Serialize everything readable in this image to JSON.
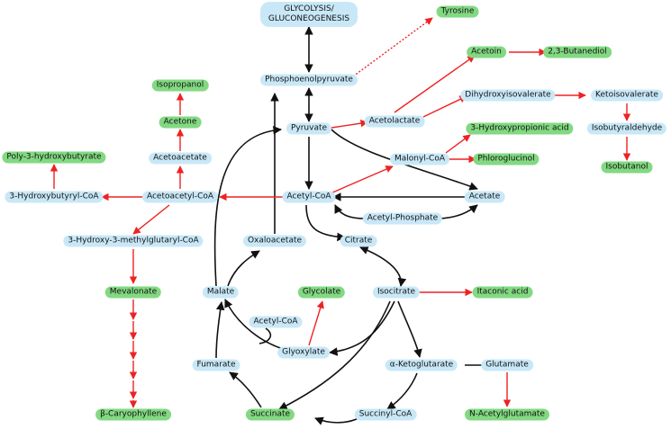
{
  "nodes": {
    "glycolysis": "GLYCOLYSIS/ GLUCONEOGENESIS",
    "tyrosine": "Tyrosine",
    "pep": "Phosphoenolpyruvate",
    "acetoin": "Acetoin",
    "butanediol": "2,3-Butanediol",
    "isopropanol": "Isopropanol",
    "dihydroxy": "Dihydroxyisovalerate",
    "ketoiso": "Ketoisovalerate",
    "acetone": "Acetone",
    "pyruvate": "Pyruvate",
    "acetolactate": "Acetolactate",
    "hydroxyprop": "3-Hydroxypropionic acid",
    "isobutyraldehyde": "Isobutyraldehyde",
    "phb": "Poly-3-hydroxybutyrate",
    "acetoacetate": "Acetoacetate",
    "malonyl": "Malonyl-CoA",
    "phloroglucinol": "Phloroglucinol",
    "isobutanol": "Isobutanol",
    "hbcoa": "3-Hydroxybutyryl-CoA",
    "acetoacetylcoa": "Acetoacetyl-CoA",
    "acetylcoa": "Acetyl-CoA",
    "acetate": "Acetate",
    "acetylphos": "Acetyl-Phosphate",
    "hmgcoa": "3-Hydroxy-3-methylglutaryl-CoA",
    "oxaloacetate": "Oxaloacetate",
    "citrate": "Citrate",
    "mevalonate": "Mevalonate",
    "malate": "Malate",
    "glycolate": "Glycolate",
    "isocitrate": "Isocitrate",
    "itaconic": "Itaconic acid",
    "acetylcoa2": "Acetyl-CoA",
    "glyoxylate": "Glyoxylate",
    "fumarate": "Fumarate",
    "akg": "α-Ketoglutarate",
    "glutamate": "Glutamate",
    "caryophyllene": "β-Caryophyllene",
    "succinate": "Succinate",
    "succinylcoa": "Succinyl-CoA",
    "nacetylglutamate": "N-Acetylglutamate"
  },
  "colors": {
    "native": "#c9e8f7",
    "product": "#82d982",
    "engineered_arrow": "#ee2222",
    "native_arrow": "#111111"
  }
}
